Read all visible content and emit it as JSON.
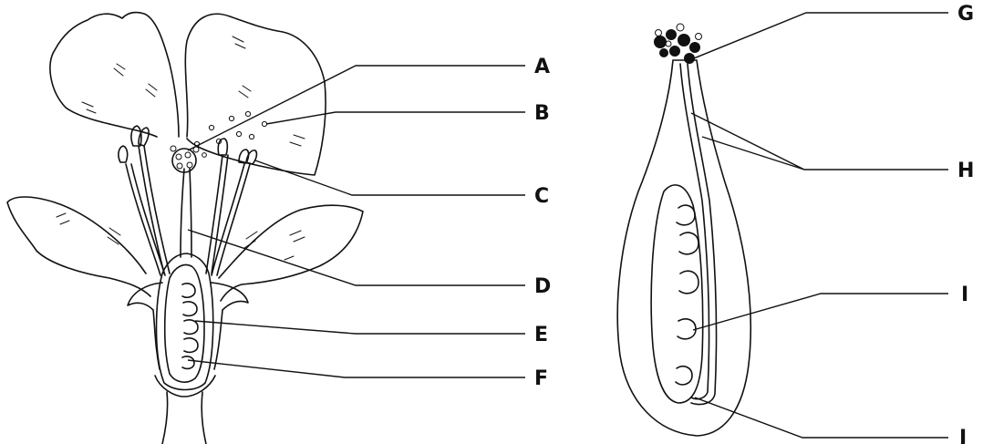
{
  "flower": {
    "labels": {
      "a": "A",
      "b": "B",
      "c": "C",
      "d": "D",
      "e": "E",
      "f": "F"
    }
  },
  "pistil": {
    "labels": {
      "g": "G",
      "h": "H",
      "i": "I",
      "j": "J"
    }
  },
  "colors": {
    "ink": "#111111",
    "background": "#ffffff"
  }
}
